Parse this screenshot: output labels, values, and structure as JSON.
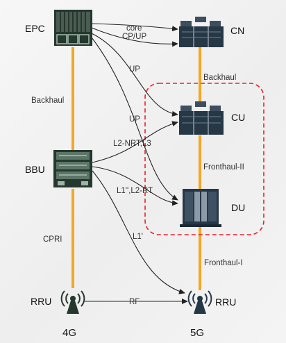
{
  "nodes": {
    "epc": "EPC",
    "cn": "CN",
    "cu": "CU",
    "bbu": "BBU",
    "du": "DU",
    "rru_4g": "RRU",
    "rru_5g": "RRU"
  },
  "links": {
    "backhaul_4g": "Backhaul",
    "cpri": "CPRI",
    "backhaul_5g": "Backhaul",
    "fronthaul_ii": "Fronthaul-II",
    "fronthaul_i": "Fronthaul-I",
    "core": "core",
    "cp_up": "CP/UP",
    "up_1": "UP",
    "up_2": "UP",
    "l2nrt_l3": "L2-NRT,L3",
    "l1pp_l2rt": "L1'',L2-RT",
    "l1p": "L1'",
    "rf": "RF"
  },
  "columns": {
    "left": "4G",
    "right": "5G"
  },
  "colors": {
    "link_orange": "#f5a623",
    "device_dark": "#263746",
    "device_green": "#24382e",
    "split_box": "#e8202a"
  }
}
